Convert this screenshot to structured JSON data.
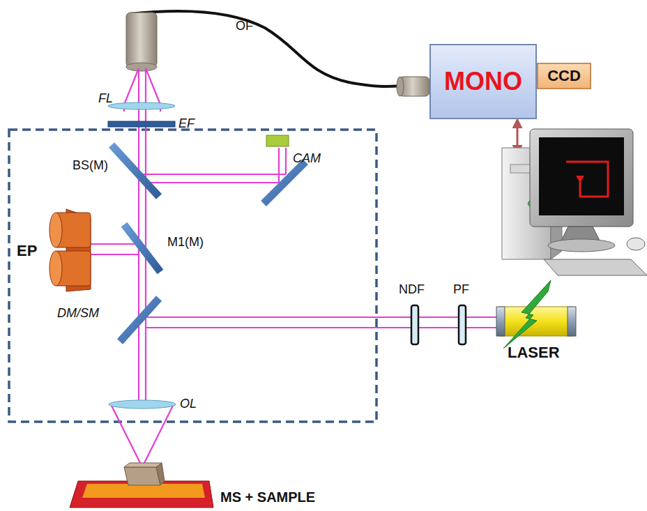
{
  "diagram": {
    "nodes": [
      {
        "text": [
          "MONO"
        ]
      },
      {
        "text": [
          "CCD"
        ]
      }
    ],
    "labels": [
      "OF",
      "FL",
      "EF",
      "CAM",
      "BS(M)",
      "EP",
      "M1(M)",
      "DM/SM",
      "NDF",
      "PF",
      "LASER",
      "OL",
      "MS + SAMPLE"
    ]
  }
}
